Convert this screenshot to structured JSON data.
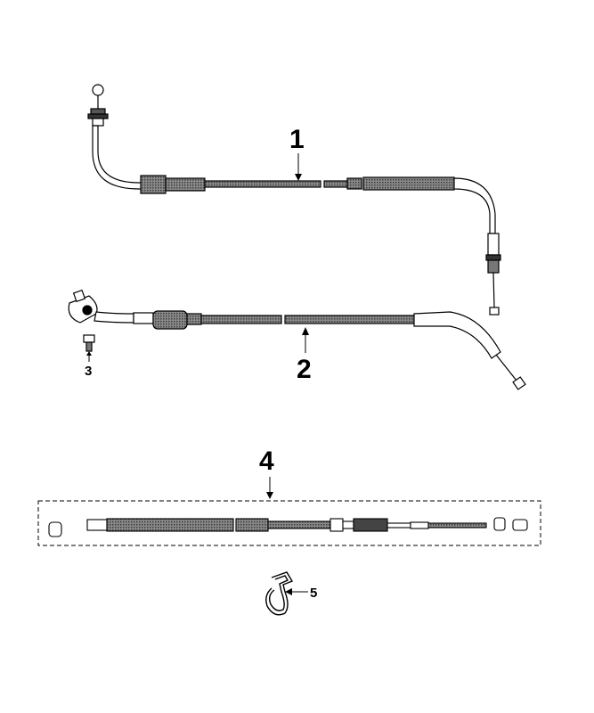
{
  "diagram": {
    "callouts": [
      {
        "id": "1",
        "label": "1"
      },
      {
        "id": "2",
        "label": "2"
      },
      {
        "id": "3",
        "label": "3"
      },
      {
        "id": "4",
        "label": "4"
      },
      {
        "id": "5",
        "label": "5"
      }
    ],
    "colors": {
      "line": "#000000",
      "fill_dark": "#6e6e6e",
      "fill_light": "#ffffff"
    }
  }
}
